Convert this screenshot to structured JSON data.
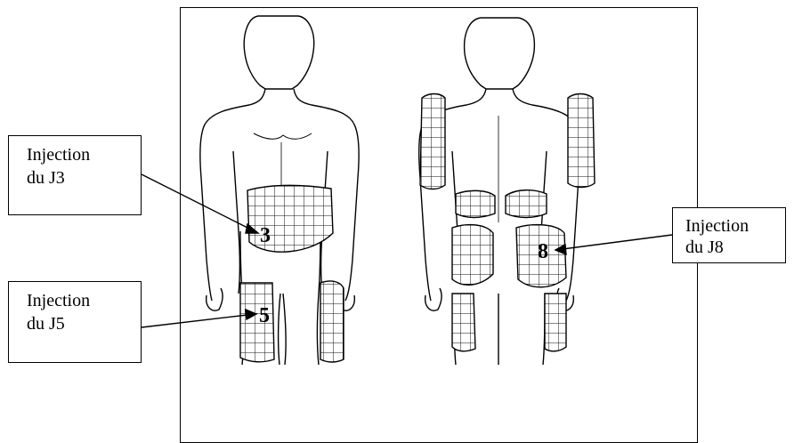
{
  "callouts": {
    "j3": {
      "line1": "Injection",
      "line2": "du J3"
    },
    "j5": {
      "line1": "Injection",
      "line2": "du J5"
    },
    "j8": {
      "line1": "Injection",
      "line2": "du J8"
    }
  },
  "markers": {
    "j3": "3",
    "j5": "5",
    "j8": "8"
  },
  "colors": {
    "outline": "#000000",
    "grid": "#111111",
    "background": "#ffffff"
  }
}
